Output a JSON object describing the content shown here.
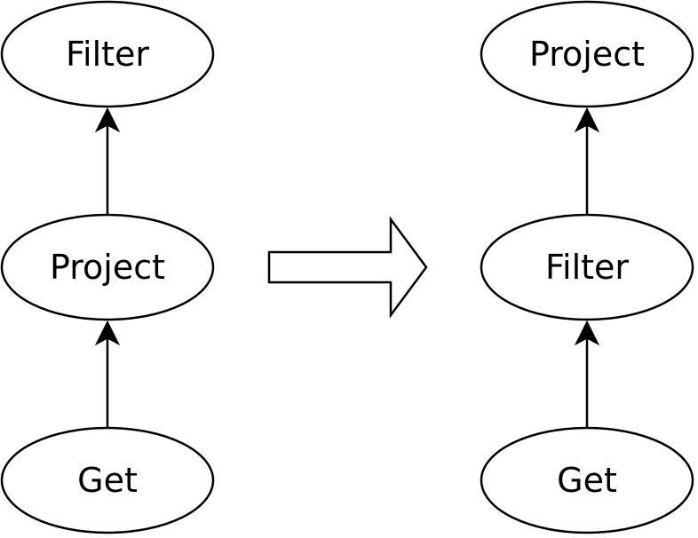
{
  "before": {
    "nodes": [
      {
        "id": "filter",
        "label": "Filter"
      },
      {
        "id": "project",
        "label": "Project"
      },
      {
        "id": "get",
        "label": "Get"
      }
    ],
    "edges": [
      {
        "from": "project",
        "to": "filter"
      },
      {
        "from": "get",
        "to": "project"
      }
    ]
  },
  "after": {
    "nodes": [
      {
        "id": "project",
        "label": "Project"
      },
      {
        "id": "filter",
        "label": "Filter"
      },
      {
        "id": "get",
        "label": "Get"
      }
    ],
    "edges": [
      {
        "from": "filter",
        "to": "project"
      },
      {
        "from": "get",
        "to": "filter"
      }
    ]
  },
  "colors": {
    "stroke": "#000000",
    "fill": "#ffffff",
    "text": "#000000"
  },
  "transform_arrow_icon": "block-right-arrow"
}
